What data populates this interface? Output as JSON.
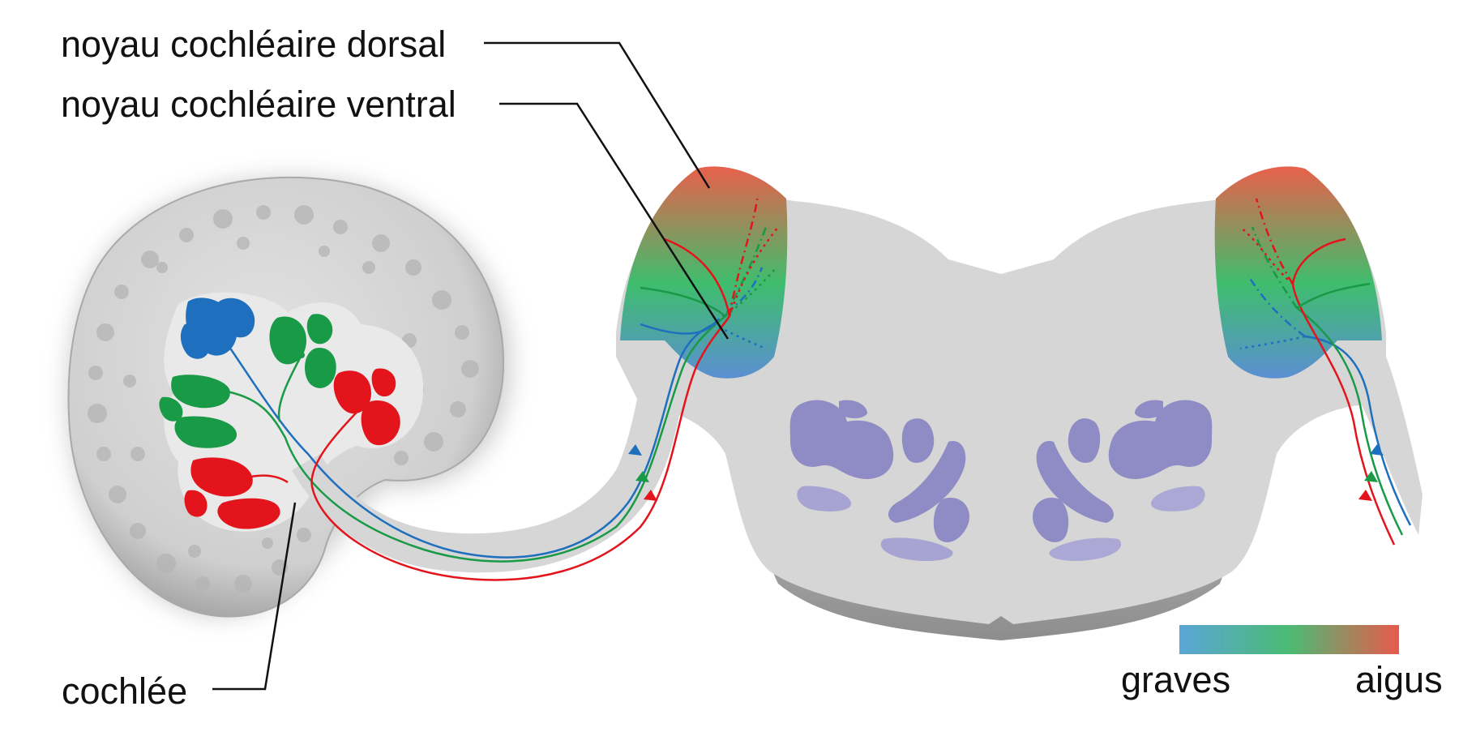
{
  "labels": {
    "dorsal_nucleus": "noyau cochléaire dorsal",
    "ventral_nucleus": "noyau cochléaire ventral",
    "cochlea": "cochlée"
  },
  "legend": {
    "low_label": "graves",
    "high_label": "aigus",
    "gradient_colors": [
      "#5aa6d6",
      "#4bbb74",
      "#e85a4c"
    ]
  },
  "colors": {
    "high_frequency_fiber": "#e3141b",
    "mid_frequency_fiber": "#199a46",
    "low_frequency_fiber": "#1e6fbd",
    "brainstem": "#d6d6d6",
    "bone": "#c8c8c8",
    "nuclei": "#8f8bc4"
  }
}
